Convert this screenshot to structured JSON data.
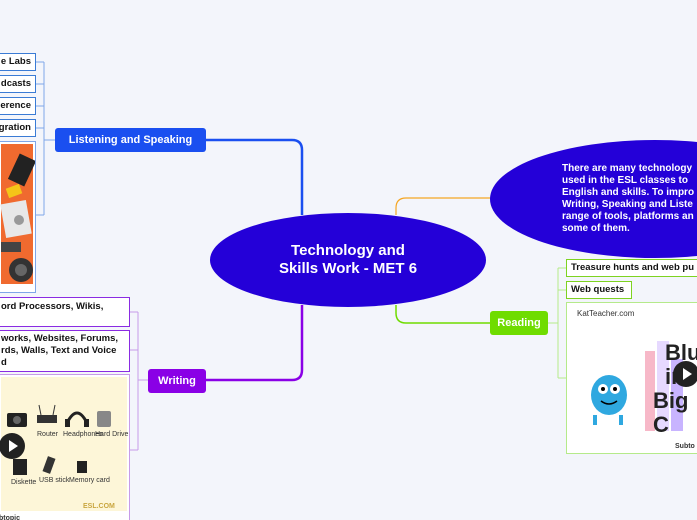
{
  "central": {
    "line1": "Technology and",
    "line2": "Skills Work -  MET 6"
  },
  "intro": {
    "text": "There are many technology\nused in the ESL classes to\nEnglish and skills. To impro\nWriting, Speaking and Liste\nrange of tools, platforms an\nsome of them."
  },
  "branches": {
    "listening": "Listening and Speaking",
    "writing": "Writing",
    "reading": "Reading"
  },
  "listening_items": [
    "e Labs",
    "dcasts",
    "erence",
    "gration"
  ],
  "writing_items": [
    {
      "line1": "ord Processors, Wikis,",
      "line2": ""
    },
    {
      "line1": "works, Websites, Forums,",
      "line2": "rds, Walls, Text and Voice",
      "line3": "d"
    }
  ],
  "writing_media": {
    "labels": [
      "Router",
      "Headphones",
      "Hard Drive",
      "Diskette",
      "USB stick",
      "Memory card"
    ],
    "watermark": "ESL.COM",
    "caption": "btopic"
  },
  "reading_items": [
    "Treasure hunts and web pu",
    "Web quests"
  ],
  "reading_media": {
    "channel": "KatTeacher.com",
    "title_lines": [
      "Blu",
      "in",
      "Big C"
    ],
    "caption": "Subto"
  },
  "colors": {
    "central": "#2400d8",
    "listening": "#1a4ff0",
    "writing": "#8a00e6",
    "reading": "#6fdc00"
  },
  "icons": [
    "play-icon",
    "camera-icon",
    "router-icon",
    "headphones-icon",
    "hard-drive-icon",
    "diskette-icon",
    "usb-icon",
    "memory-card-icon",
    "monster-icon"
  ]
}
